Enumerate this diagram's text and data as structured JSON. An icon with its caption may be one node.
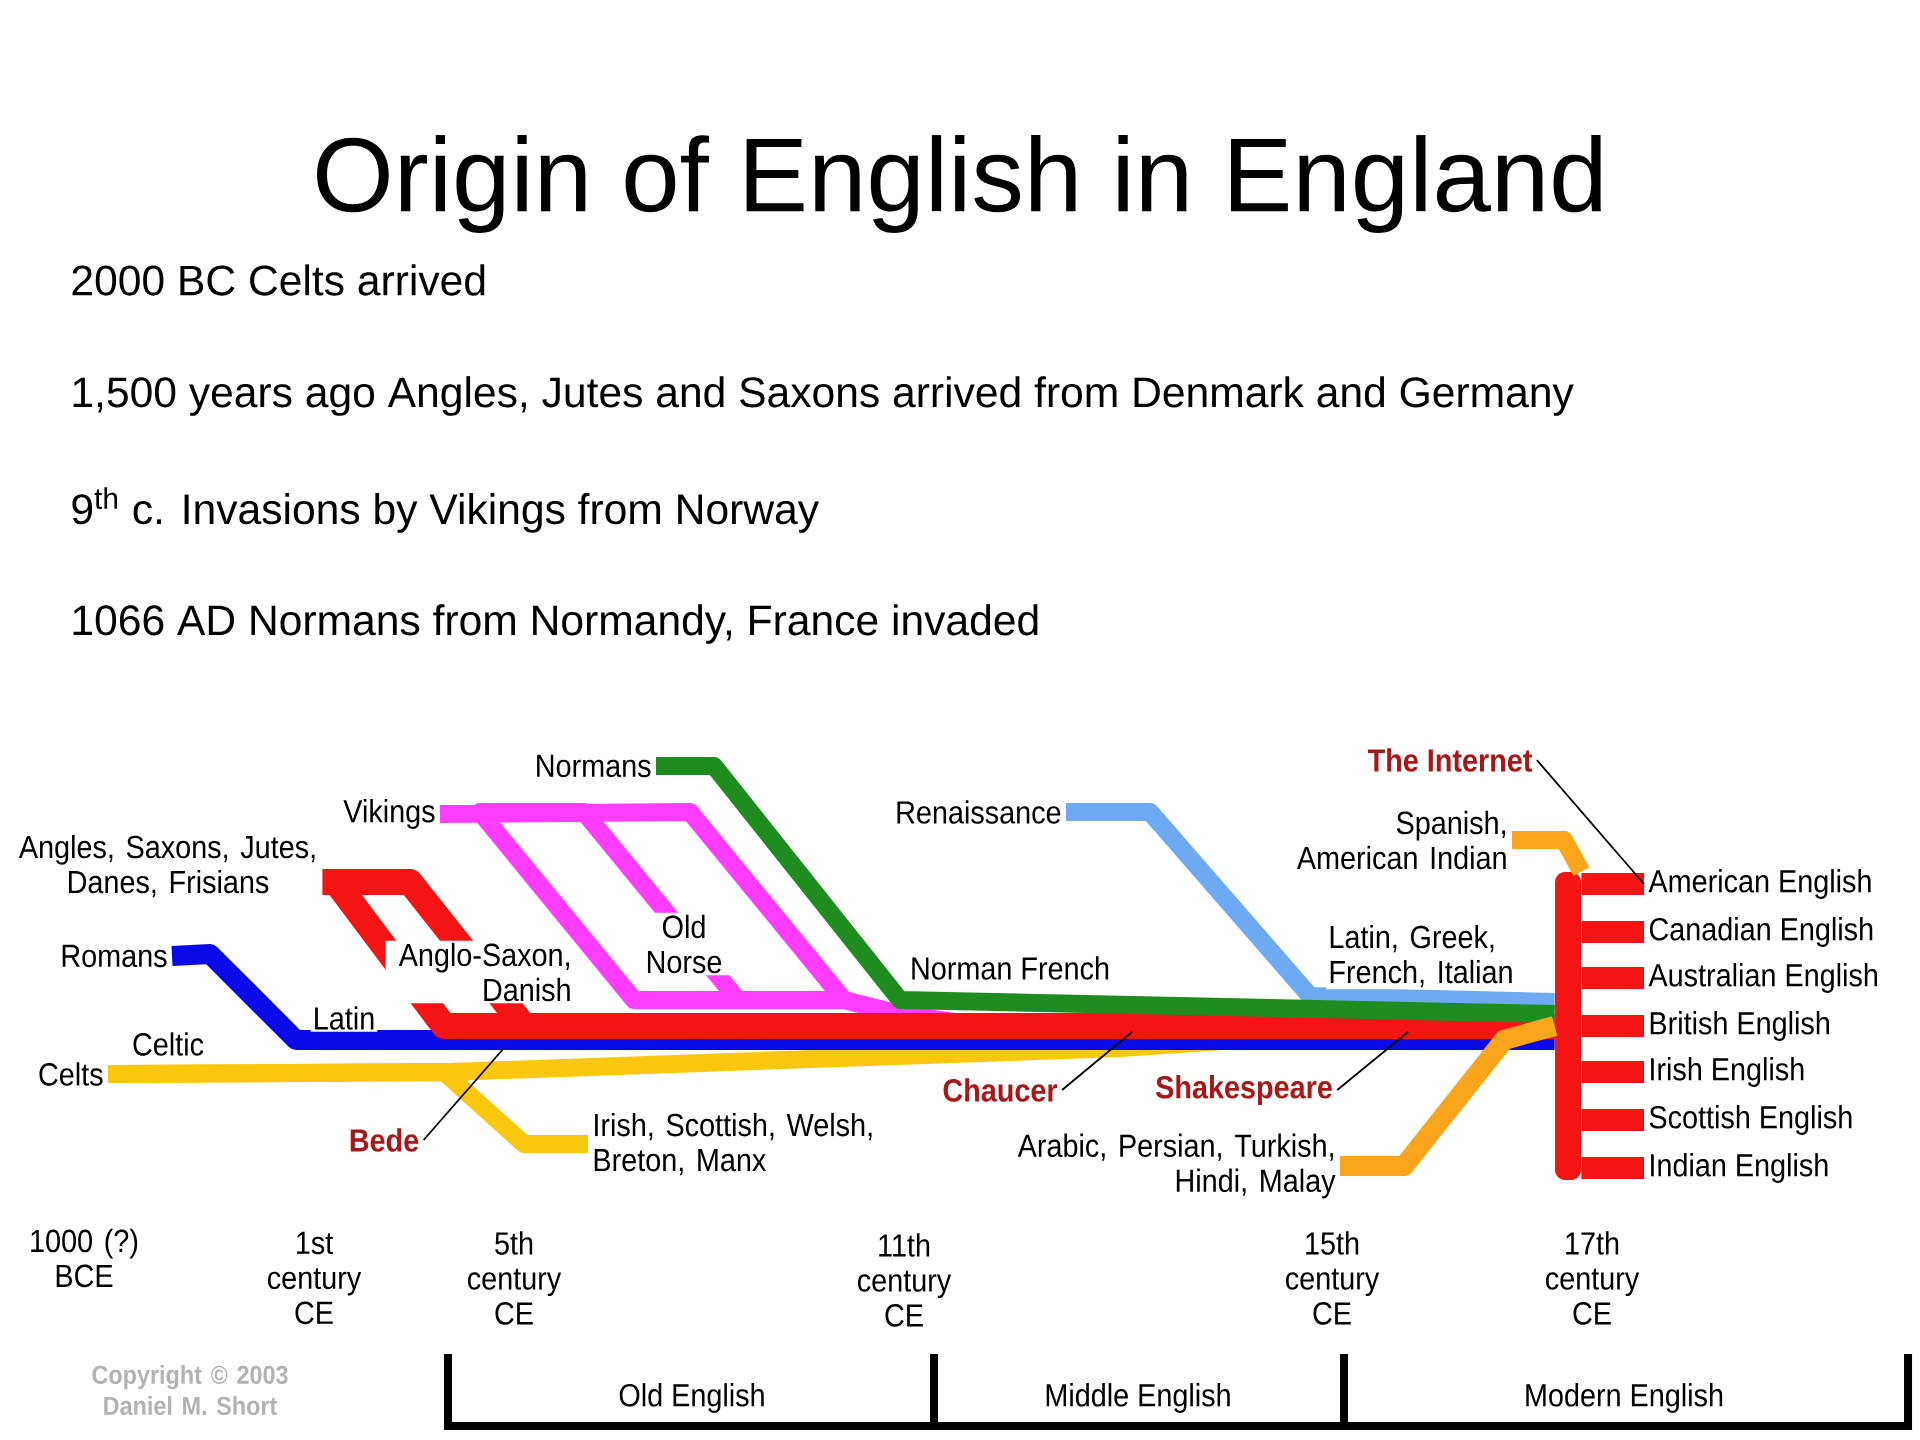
{
  "diagram": {
    "title": "Origin of English in England",
    "nodes": [
      {
        "text": [
          "Normans"
        ]
      },
      {
        "text": [
          "Vikings"
        ]
      },
      {
        "text": [
          "Angles, Saxons, Jutes, Danes, Frisians"
        ]
      },
      {
        "text": [
          "Romans"
        ]
      },
      {
        "text": [
          "Celts"
        ]
      },
      {
        "text": [
          "Bede"
        ]
      },
      {
        "text": [
          "Irish, Scottish, Welsh, Breton, Manx"
        ]
      },
      {
        "text": [
          "Renaissance"
        ]
      },
      {
        "text": [
          "Chaucer"
        ]
      },
      {
        "text": [
          "Shakespeare"
        ]
      },
      {
        "text": [
          "Arabic, Persian, Turkish, Hindi, Malay"
        ]
      },
      {
        "text": [
          "The Internet"
        ]
      },
      {
        "text": [
          "Spanish, American Indian"
        ]
      },
      {
        "text": [],
        "shape": "bar"
      },
      {
        "text": [
          "American English"
        ]
      },
      {
        "text": [
          "Canadian English"
        ]
      },
      {
        "text": [
          "Australian English"
        ]
      },
      {
        "text": [
          "British English"
        ]
      },
      {
        "text": [
          "Irish English"
        ]
      },
      {
        "text": [
          "Scottish English"
        ]
      },
      {
        "text": [
          "Indian English"
        ]
      }
    ],
    "edges": [
      {
        "from": 4,
        "to": 13,
        "arrow": "none",
        "label": "Celtic",
        "color": "#f9c80e"
      },
      {
        "from": 4,
        "to": 6,
        "arrow": "none",
        "color": "#f9c80e"
      },
      {
        "from": 3,
        "to": 13,
        "arrow": "none",
        "label": "Latin",
        "color": "#0a0ae8"
      },
      {
        "from": 1,
        "to": 13,
        "arrow": "none",
        "label": "Old Norse",
        "color": "#ff3cff"
      },
      {
        "from": 2,
        "to": 13,
        "arrow": "none",
        "label": "Anglo-Saxon, Danish"
      },
      {
        "from": 7,
        "to": 13,
        "arrow": "none",
        "label": "Latin, Greek, French, Italian",
        "color": "#6eaaf2"
      },
      {
        "from": 0,
        "to": 13,
        "arrow": "none",
        "label": "Norman French",
        "color": "#1e8c1e"
      },
      {
        "from": 12,
        "to": 13,
        "arrow": "none",
        "color": "#fba51c"
      },
      {
        "from": 10,
        "to": 13,
        "arrow": "none",
        "color": "#fba51c"
      },
      {
        "from": 13,
        "to": 14,
        "arrow": "none"
      },
      {
        "from": 13,
        "to": 15,
        "arrow": "none"
      },
      {
        "from": 13,
        "to": 16,
        "arrow": "none"
      },
      {
        "from": 13,
        "to": 17,
        "arrow": "none"
      },
      {
        "from": 13,
        "to": 18,
        "arrow": "none"
      },
      {
        "from": 13,
        "to": 19,
        "arrow": "none"
      },
      {
        "from": 13,
        "to": 20,
        "arrow": "none"
      },
      {
        "from": 11,
        "to": 14,
        "arrow": "none",
        "color": "#000000"
      },
      {
        "from": 5,
        "to": null,
        "arrow": "none",
        "color": "#000000"
      },
      {
        "from": 8,
        "to": null,
        "arrow": "none",
        "color": "#000000"
      },
      {
        "from": 9,
        "to": null,
        "arrow": "none",
        "color": "#000000"
      }
    ],
    "labels": [
      "2000 BC Celts arrived",
      "1,500 years ago Angles, Jutes and Saxons arrived from Denmark and Germany",
      "9$^{th}$ c. Invasions by Vikings from Norway",
      "1066 AD Normans from Normandy, France invaded",
      "1000 (?) BCE",
      "1st century CE",
      "5th century CE",
      "11th century CE",
      "15th century CE",
      "17th century CE",
      "Copyright © 2003 Daniel M. Short",
      "Old English",
      "Middle English",
      "Modern English"
    ]
  }
}
